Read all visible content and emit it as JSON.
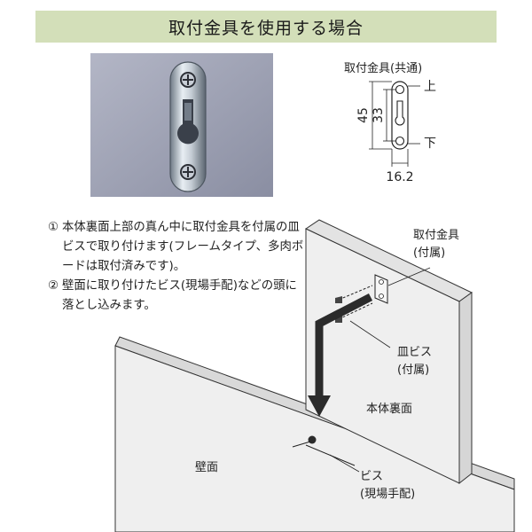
{
  "header": {
    "title": "取付金具を使用する場合"
  },
  "spec": {
    "title": "取付金具(共通)",
    "dim_height_outer": "45",
    "dim_height_inner": "33",
    "dim_width": "16.2",
    "label_top": "上",
    "label_bottom": "下"
  },
  "instructions": [
    {
      "num": "①",
      "text": "本体裏面上部の真ん中に取付金具を付属の皿ビスで取り付けます(フレームタイプ、多肉ボードは取付済みです)。"
    },
    {
      "num": "②",
      "text": "壁面に取り付けたビス(現場手配)などの頭に落とし込みます。"
    }
  ],
  "labels": {
    "bracket_line1": "取付金具",
    "bracket_line2": "(付属)",
    "screw_line1": "皿ビス",
    "screw_line2": "(付属)",
    "panel_back": "本体裏面",
    "wall": "壁面",
    "wall_screw_line1": "ビス",
    "wall_screw_line2": "(現場手配)"
  },
  "colors": {
    "header_bg": "#d3dfb9",
    "photo_bg": "#9ea2b4",
    "panel_face": "#eeeeee",
    "panel_edge": "#d9d9d9"
  },
  "icons": [
    "keyhole-bracket-icon",
    "screw-icon",
    "down-arrow-icon"
  ]
}
